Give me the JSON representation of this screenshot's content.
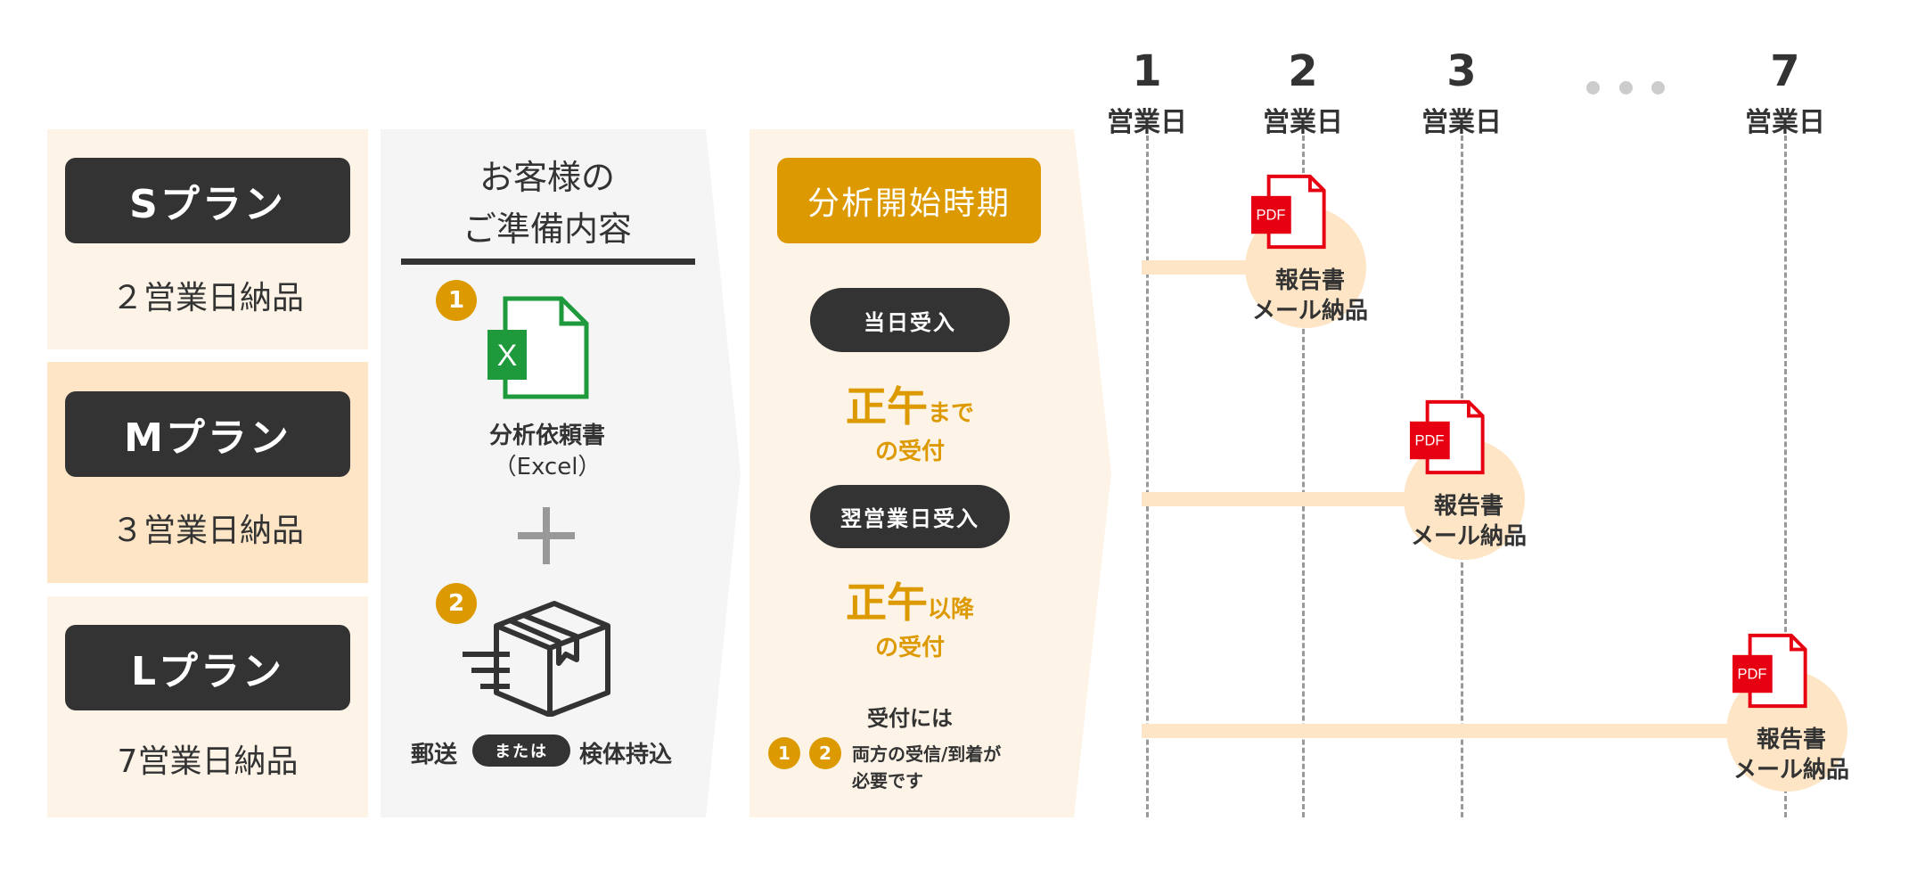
{
  "plans": [
    {
      "name": "Sプラン",
      "delivery": "２営業日納品"
    },
    {
      "name": "Mプラン",
      "delivery": "３営業日納品"
    },
    {
      "name": "Lプラン",
      "delivery": "7営業日納品"
    }
  ],
  "preparation": {
    "title_line1": "お客様の",
    "title_line2": "ご準備内容",
    "item1_badge": "1",
    "item1_icon": "excel-file-icon",
    "item1_icon_letter": "X",
    "item1_label": "分析依頼書",
    "item1_sub": "（Excel）",
    "plus": "plus-icon",
    "item2_badge": "2",
    "item2_icon": "shipping-box-icon",
    "item2_left": "郵送",
    "item2_or": "または",
    "item2_right": "検体持込"
  },
  "start": {
    "title": "分析開始時期",
    "same_day": "当日受入",
    "noon1_big": "正午",
    "noon1_small": "まで",
    "noon1_line2": "の受付",
    "next_day": "翌営業日受入",
    "noon2_big": "正午",
    "noon2_small": "以降",
    "noon2_line2": "の受付",
    "note_title": "受付には",
    "note_badge1": "1",
    "note_badge2": "2",
    "note_line1": "両方の受信/到着が",
    "note_line2": "必要です"
  },
  "timeline": {
    "days": [
      {
        "num": "1",
        "label": "営業日"
      },
      {
        "num": "2",
        "label": "営業日"
      },
      {
        "num": "3",
        "label": "営業日"
      },
      {
        "num": "7",
        "label": "営業日"
      }
    ],
    "ellipsis": "more-days-dots",
    "rows": [
      {
        "pdf": "PDF",
        "line1": "報告書",
        "line2": "メール納品"
      },
      {
        "pdf": "PDF",
        "line1": "報告書",
        "line2": "メール納品"
      },
      {
        "pdf": "PDF",
        "line1": "報告書",
        "line2": "メール納品"
      }
    ]
  },
  "colors": {
    "gold": "#dd9a00",
    "dark": "#333333",
    "beige": "#fdf4e7",
    "peach": "#fde5c6",
    "excel": "#1e9a3c",
    "pdf": "#e60012"
  }
}
